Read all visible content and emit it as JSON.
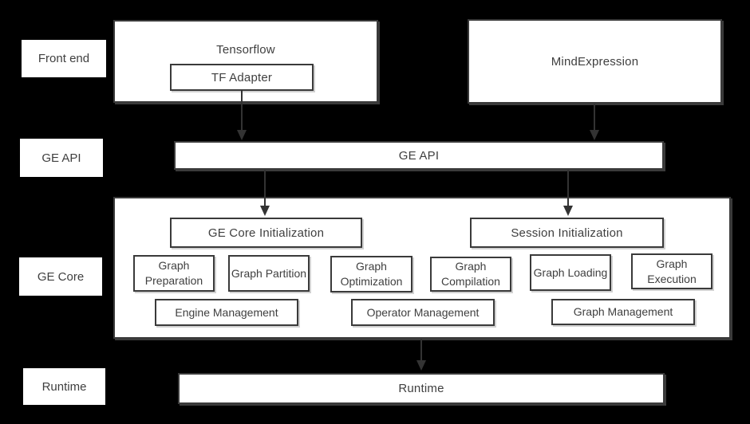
{
  "colors": {
    "background": "#000000",
    "box_fill": "#ffffff",
    "box_border": "#3a3a3a",
    "text": "#3f3f3f",
    "arrow": "#333333"
  },
  "side_labels": [
    {
      "label": "Front end"
    },
    {
      "label": "GE API"
    },
    {
      "label": "GE Core"
    },
    {
      "label": "Runtime"
    }
  ],
  "front_end": {
    "tensorflow_label": "Tensorflow",
    "tf_adapter_label": "TF Adapter",
    "mind_expression_label": "MindExpression"
  },
  "ge_api": {
    "label": "GE API"
  },
  "ge_core": {
    "init_boxes": [
      {
        "label": "GE Core Initialization"
      },
      {
        "label": "Session Initialization"
      }
    ],
    "process_boxes": [
      {
        "label": "Graph Preparation"
      },
      {
        "label": "Graph Partition"
      },
      {
        "label": "Graph Optimization"
      },
      {
        "label": "Graph Compilation"
      },
      {
        "label": "Graph Loading"
      },
      {
        "label": "Graph Execution"
      }
    ],
    "management_boxes": [
      {
        "label": "Engine Management"
      },
      {
        "label": "Operator Management"
      },
      {
        "label": "Graph Management"
      }
    ]
  },
  "runtime": {
    "label": "Runtime"
  }
}
